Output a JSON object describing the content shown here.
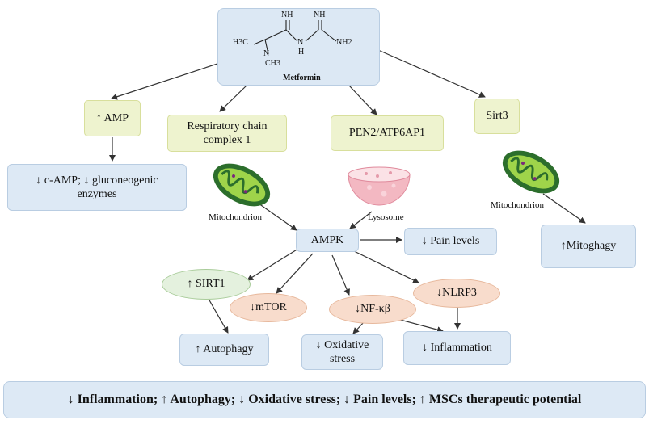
{
  "metformin": {
    "label": "Metformin",
    "atoms": {
      "h3c": "H3C",
      "n1": "N",
      "ch3": "CH3",
      "nh_a": "NH",
      "nh_b": "NH",
      "n_h": "N",
      "h": "H",
      "nh2": "NH2"
    }
  },
  "nodes": {
    "amp": "↑ AMP",
    "respiratory": "Respiratory chain\ncomplex 1",
    "pen2": "PEN2/ATP6AP1",
    "sirt3": "Sirt3",
    "camp": "↓ c-AMP;   ↓ gluconeogenic\nenzymes",
    "ampk": "AMPK",
    "pain": "↓ Pain levels",
    "mitophagy": "↑Mitoghagy",
    "sirt1": "↑ SIRT1",
    "mtor": "↓mTOR",
    "nfkb": "↓NF-κβ",
    "nlrp3": "↓NLRP3",
    "autophagy": "↑ Autophagy",
    "oxidative": "↓ Oxidative\nstress",
    "inflammation": "↓ Inflammation"
  },
  "icon_labels": {
    "mito_left": "Mitochondrion",
    "lysosome": "Lysosome",
    "mito_right": "Mitochondrion"
  },
  "summary": "↓ Inflammation; ↑ Autophagy; ↓ Oxidative stress; ↓ Pain levels; ↑ MSCs therapeutic potential",
  "icons": [
    "mitochondrion-icon",
    "lysosome-icon",
    "mitochondrion-icon"
  ],
  "colors": {
    "blue_box": "#dde9f5",
    "yellow_box": "#eef3cf",
    "green_ellipse": "#e4f1de",
    "peach_ellipse": "#f8dccc"
  }
}
